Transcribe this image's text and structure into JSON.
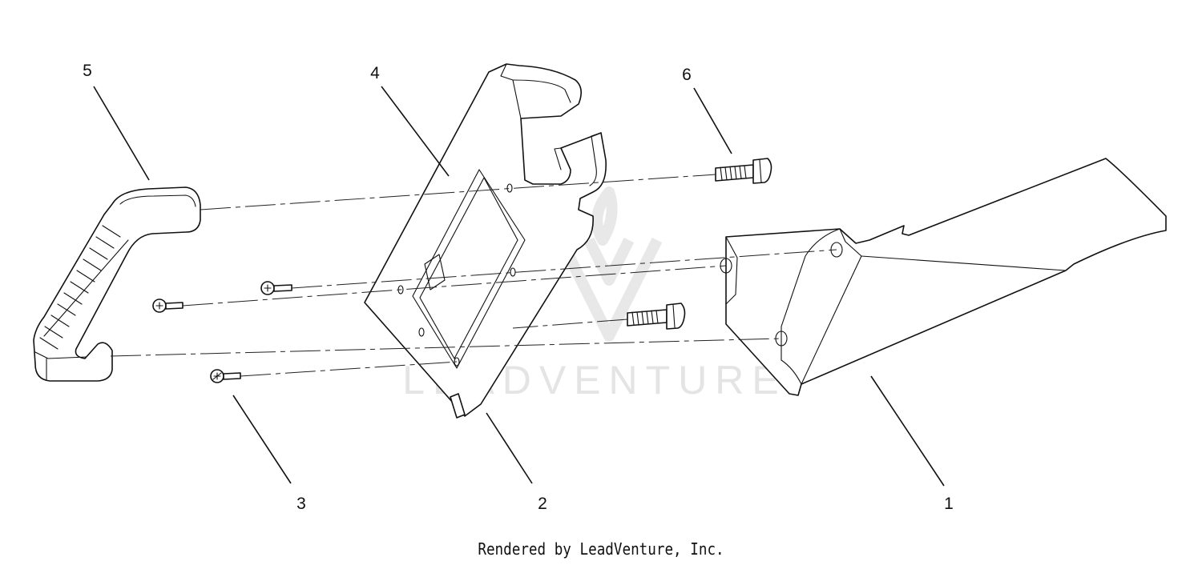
{
  "callouts": {
    "part_1": "1",
    "part_2": "2",
    "part_3": "3",
    "part_4": "4",
    "part_5": "5",
    "part_6": "6"
  },
  "watermark": {
    "text": "LEADVENTURE"
  },
  "footer": {
    "credit": "Rendered by LeadVenture, Inc."
  }
}
